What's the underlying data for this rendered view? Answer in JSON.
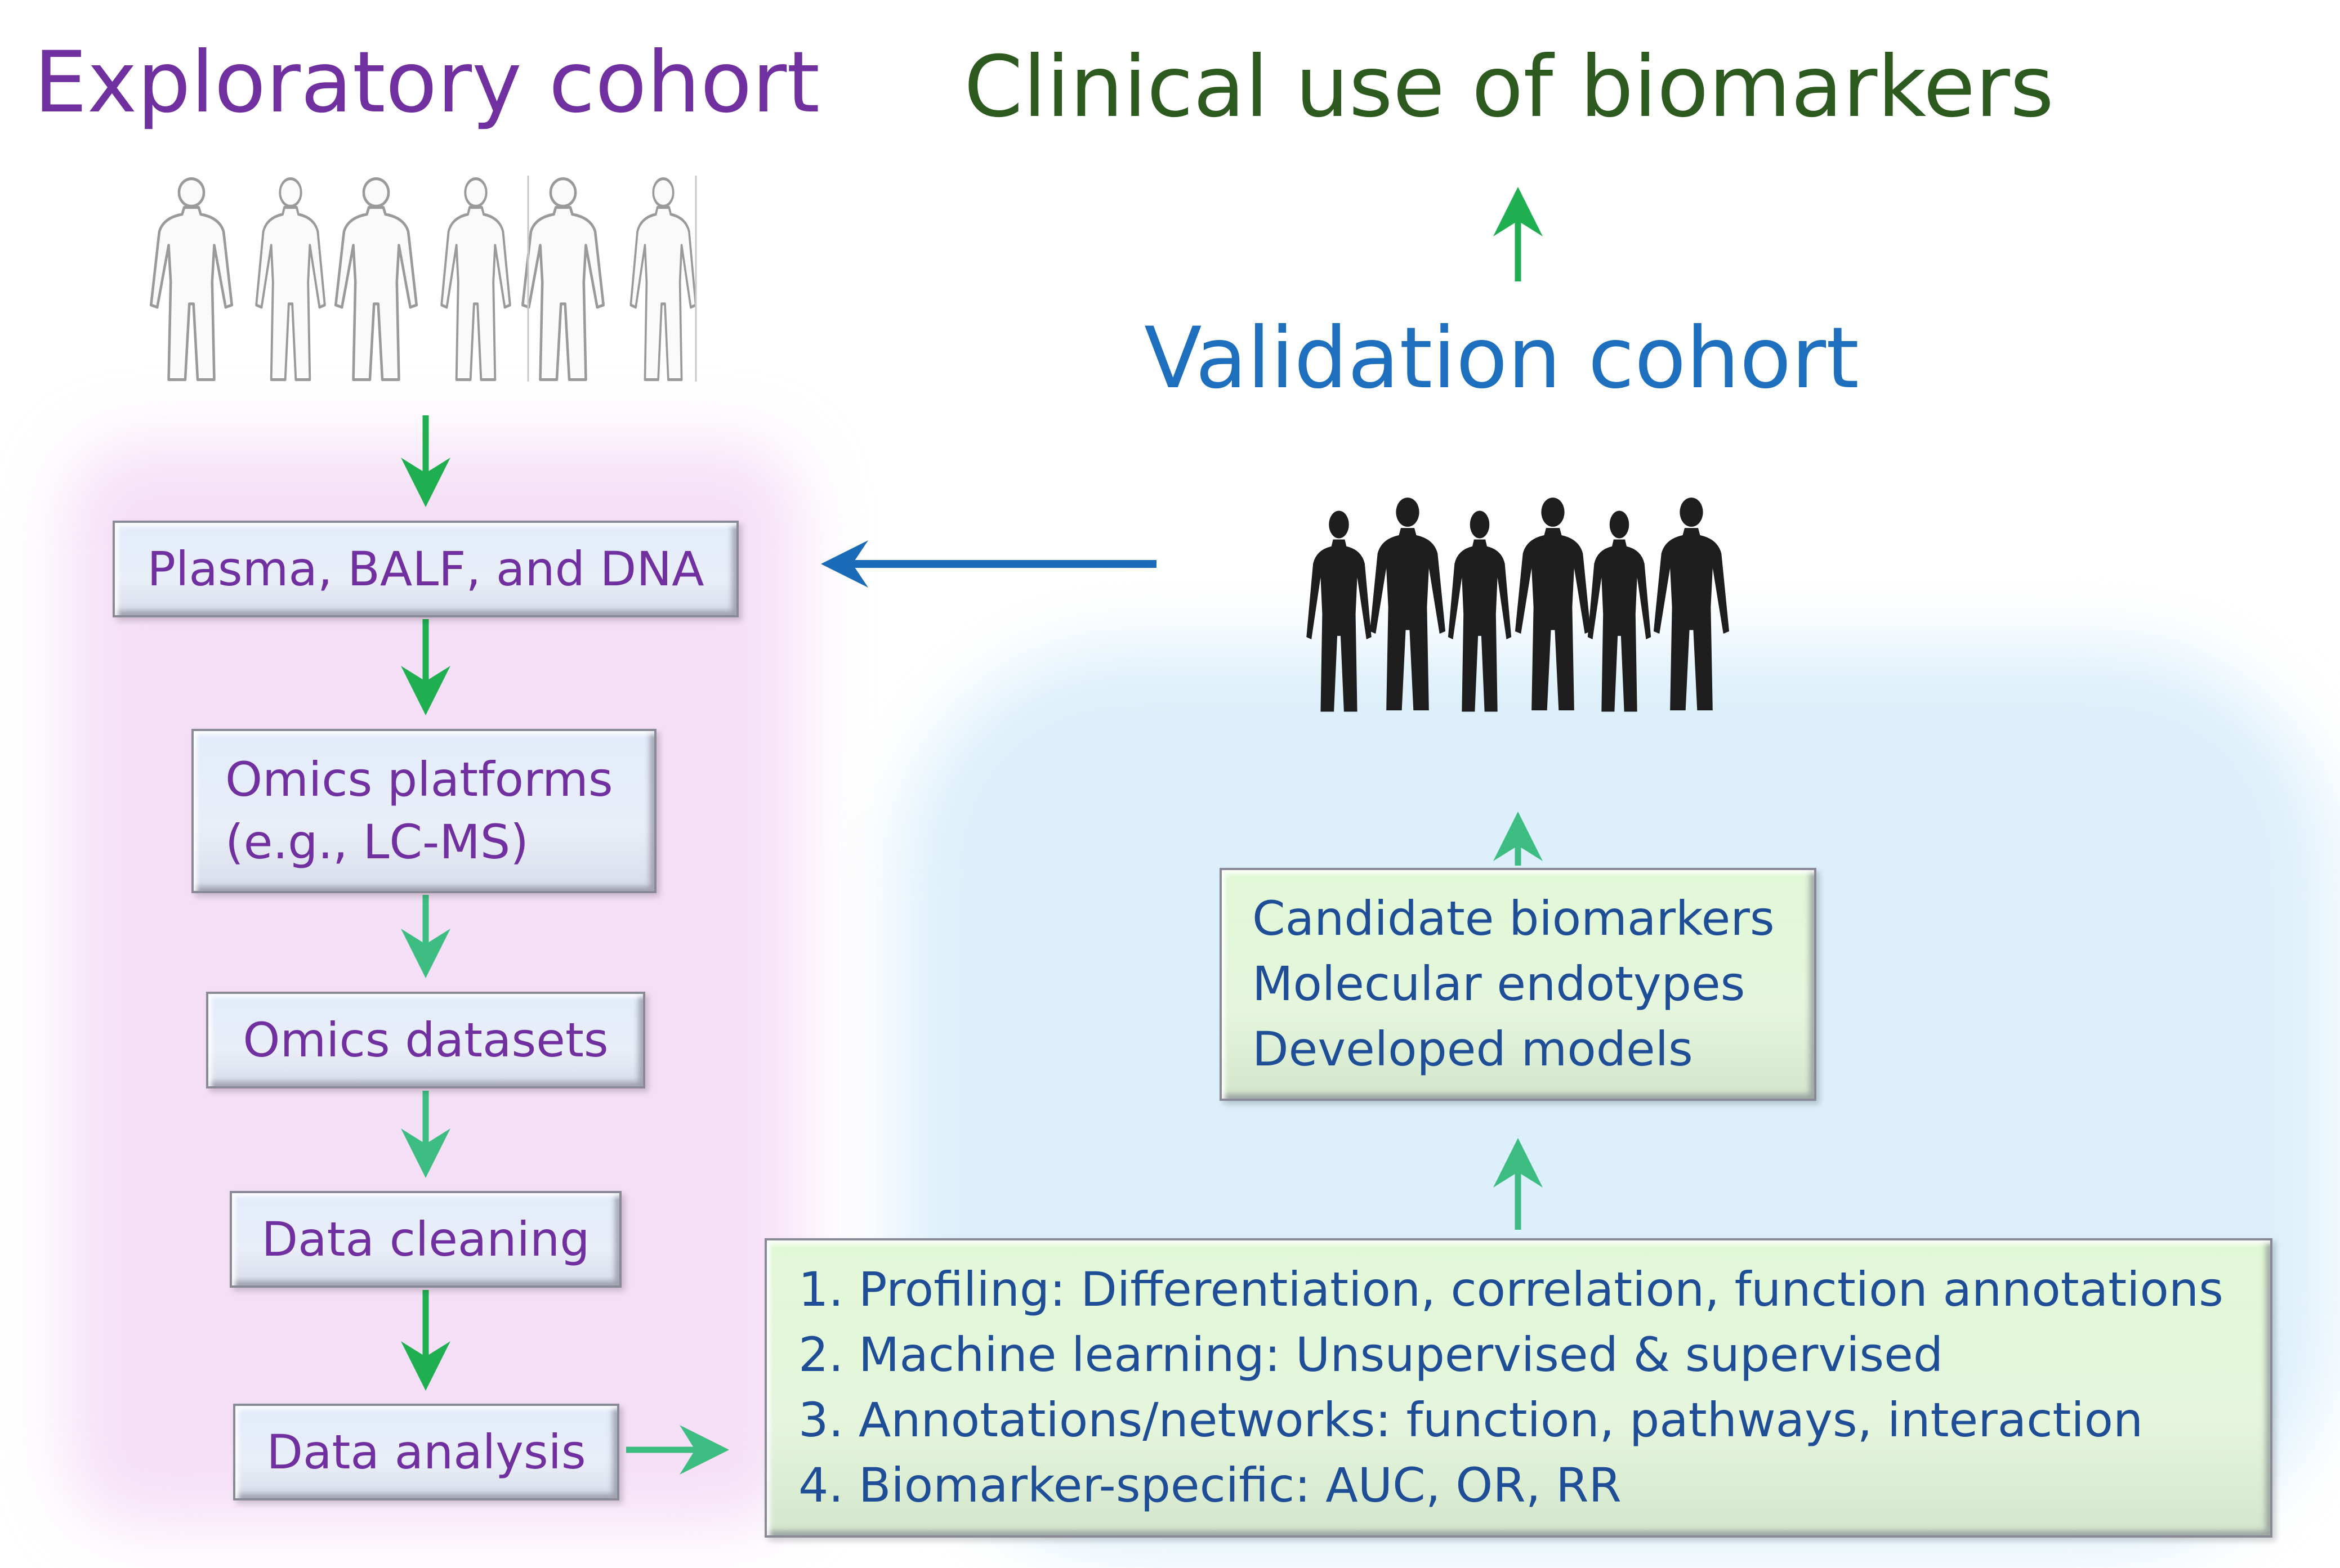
{
  "titles": {
    "exploratory": "Exploratory cohort",
    "clinical": "Clinical use of biomarkers",
    "validation": "Validation cohort"
  },
  "pipeline": {
    "plasma": "Plasma, BALF, and DNA",
    "omics_platforms": [
      "Omics platforms",
      "(e.g., LC-MS)"
    ],
    "omics_datasets": "Omics datasets",
    "data_cleaning": "Data cleaning",
    "data_analysis": "Data analysis"
  },
  "methods": [
    "1. Profiling: Differentiation, correlation, function annotations",
    "2. Machine learning: Unsupervised & supervised",
    "3. Annotations/networks: function, pathways, interaction",
    "4. Biomarker-specific: AUC, OR, RR"
  ],
  "outcomes": [
    "Candidate biomarkers",
    "Molecular endotypes",
    "Developed models"
  ],
  "icons": {
    "exploratory_people": "outline-human-figures-icon",
    "validation_people": "silhouette-human-figures-icon"
  },
  "colors": {
    "exploratory": "#7030a0",
    "clinical": "#2d5a1e",
    "validation": "#1f6fbf",
    "arrow_green": "#1fae50",
    "arrow_teal": "#3dbd82",
    "arrow_blue": "#1c6bb8"
  }
}
